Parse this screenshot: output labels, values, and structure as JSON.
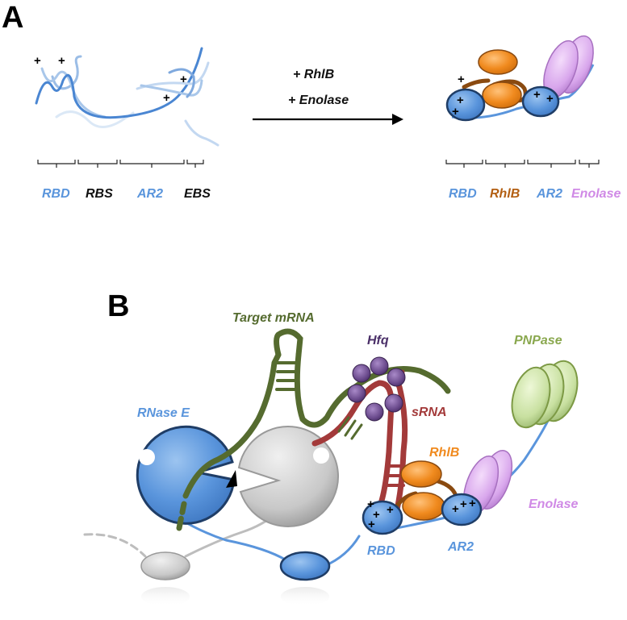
{
  "panel_a": {
    "letter": "A",
    "arrow_label_1": "+ RhlB",
    "arrow_label_2": "+ Enolase",
    "left_labels": [
      "RBD",
      "RBS",
      "AR2",
      "EBS"
    ],
    "right_labels": [
      "RBD",
      "RhlB",
      "AR2",
      "Enolase"
    ],
    "plus_sign": "+"
  },
  "panel_b": {
    "letter": "B",
    "target_mrna": "Target mRNA",
    "hfq": "Hfq",
    "pnpase": "PNPase",
    "rnase_e": "RNase E",
    "srna": "sRNA",
    "rhlb": "RhlB",
    "enolase": "Enolase",
    "rbd": "RBD",
    "ar2": "AR2",
    "plus_sign": "+"
  },
  "colors": {
    "blue": "#5a95dc",
    "blue_dark": "#1f3d66",
    "orange": "#f08a1e",
    "orange_dark": "#8a4a10",
    "violet": "#d8a6ec",
    "green_rna": "#556b2f",
    "red_rna": "#a33a3a",
    "hfq": "#6a4a8c",
    "pnpase": "#c8e0a0",
    "grey": "#c8c8c8"
  }
}
